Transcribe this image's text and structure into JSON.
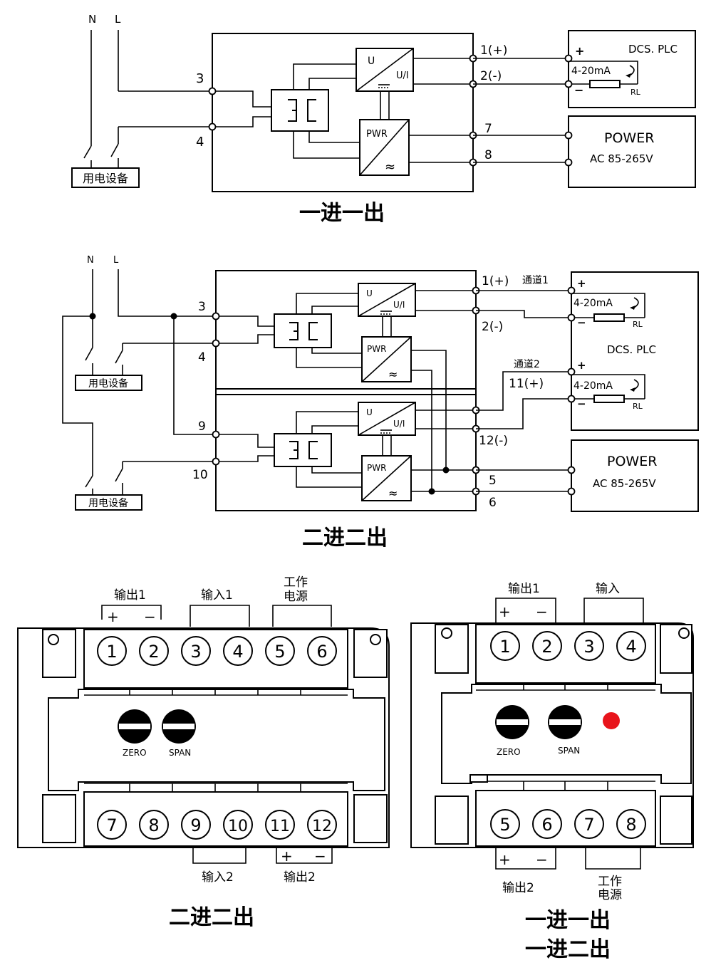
{
  "diagram1": {
    "caption": "一进一出",
    "n_label": "N",
    "l_label": "L",
    "equip_label": "用电设备",
    "t3": "3",
    "t4": "4",
    "t1": "1(+)",
    "t2": "2(-)",
    "t7": "7",
    "t8": "8",
    "u_label": "U",
    "ui_label": "U/I",
    "pwr_label": "PWR",
    "approx": "≈",
    "dcs_label": "DCS. PLC",
    "ma_label": "4-20mA",
    "plus": "+",
    "minus": "−",
    "rl": "RL",
    "power_label": "POWER",
    "ac_label": "AC 85-265V"
  },
  "diagram2": {
    "caption": "二进二出",
    "n_label": "N",
    "l_label": "L",
    "equip1": "用电设备",
    "equip2": "用电设备",
    "t3": "3",
    "t4": "4",
    "t9": "9",
    "t10": "10",
    "t1": "1(+)",
    "t2": "2(-)",
    "t11": "11(+)",
    "t12": "12(-)",
    "t5": "5",
    "t6": "6",
    "ch1": "通道1",
    "ch2": "通道2",
    "u_label": "U",
    "ui_label": "U/I",
    "pwr_label": "PWR",
    "approx": "≈",
    "dcs_label": "DCS. PLC",
    "ma_label": "4-20mA",
    "plus": "+",
    "minus": "−",
    "rl": "RL",
    "power_label": "POWER",
    "ac_label": "AC 85-265V"
  },
  "panel_left": {
    "caption": "二进二出",
    "top_labels": {
      "out1": "输出1",
      "in1": "输入1",
      "power_line1": "工作",
      "power_line2": "电源",
      "plus": "+",
      "minus": "−"
    },
    "top_terminals": [
      "1",
      "2",
      "3",
      "4",
      "5",
      "6"
    ],
    "bottom_terminals": [
      "7",
      "8",
      "9",
      "10",
      "11",
      "12"
    ],
    "bottom_labels": {
      "in2": "输入2",
      "out2": "输出2",
      "plus": "+",
      "minus": "−"
    },
    "zero": "ZERO",
    "span": "SPAN"
  },
  "panel_right": {
    "caption_line1": "一进一出",
    "caption_line2": "一进二出",
    "top_labels": {
      "out1": "输出1",
      "in": "输入",
      "plus": "+",
      "minus": "−"
    },
    "top_terminals": [
      "1",
      "2",
      "3",
      "4"
    ],
    "bottom_terminals": [
      "5",
      "6",
      "7",
      "8"
    ],
    "bottom_labels": {
      "out2": "输出2",
      "power_line1": "工作",
      "power_line2": "电源",
      "plus": "+",
      "minus": "−"
    },
    "zero": "ZERO",
    "span": "SPAN",
    "led_color": "#e8141b"
  }
}
